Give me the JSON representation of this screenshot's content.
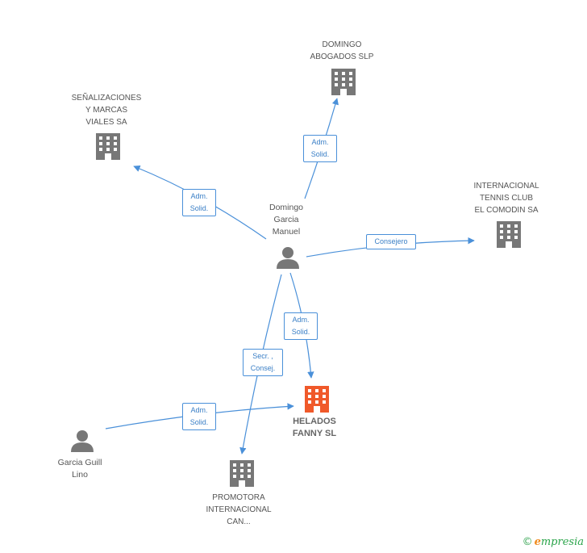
{
  "colors": {
    "edge": "#4a90d9",
    "icon": "#777777",
    "focus_icon": "#f0592a"
  },
  "nodes": {
    "domingo_abogados": {
      "label": "DOMINGO\nABOGADOS SLP",
      "icon": "building-icon"
    },
    "senalizaciones": {
      "label": "SEÑALIZACIONES\nY MARCAS\nVIALES SA",
      "icon": "building-icon"
    },
    "internacional_tennis": {
      "label": "INTERNACIONAL\nTENNIS CLUB\nEL COMODIN SA",
      "icon": "building-icon"
    },
    "domingo_garcia": {
      "label": "Domingo\nGarcia\nManuel",
      "icon": "person-icon"
    },
    "helados_fanny": {
      "label": "HELADOS\nFANNY SL",
      "icon": "building-icon"
    },
    "garcia_guill": {
      "label": "Garcia Guill\nLino",
      "icon": "person-icon"
    },
    "promotora": {
      "label": "PROMOTORA\nINTERNACIONAL\nCAN...",
      "icon": "building-icon"
    }
  },
  "edges": {
    "e_abogados": {
      "label": "Adm.\nSolid."
    },
    "e_senalizaciones": {
      "label": "Adm.\nSolid."
    },
    "e_tennis": {
      "label": "Consejero"
    },
    "e_helados_domingo": {
      "label": "Adm.\nSolid."
    },
    "e_promotora": {
      "label": "Secr. ,\nConsej."
    },
    "e_helados_garcia": {
      "label": "Adm.\nSolid."
    }
  },
  "footer": {
    "copyright": "©",
    "brand_initial": "e",
    "brand_rest": "mpresia"
  }
}
